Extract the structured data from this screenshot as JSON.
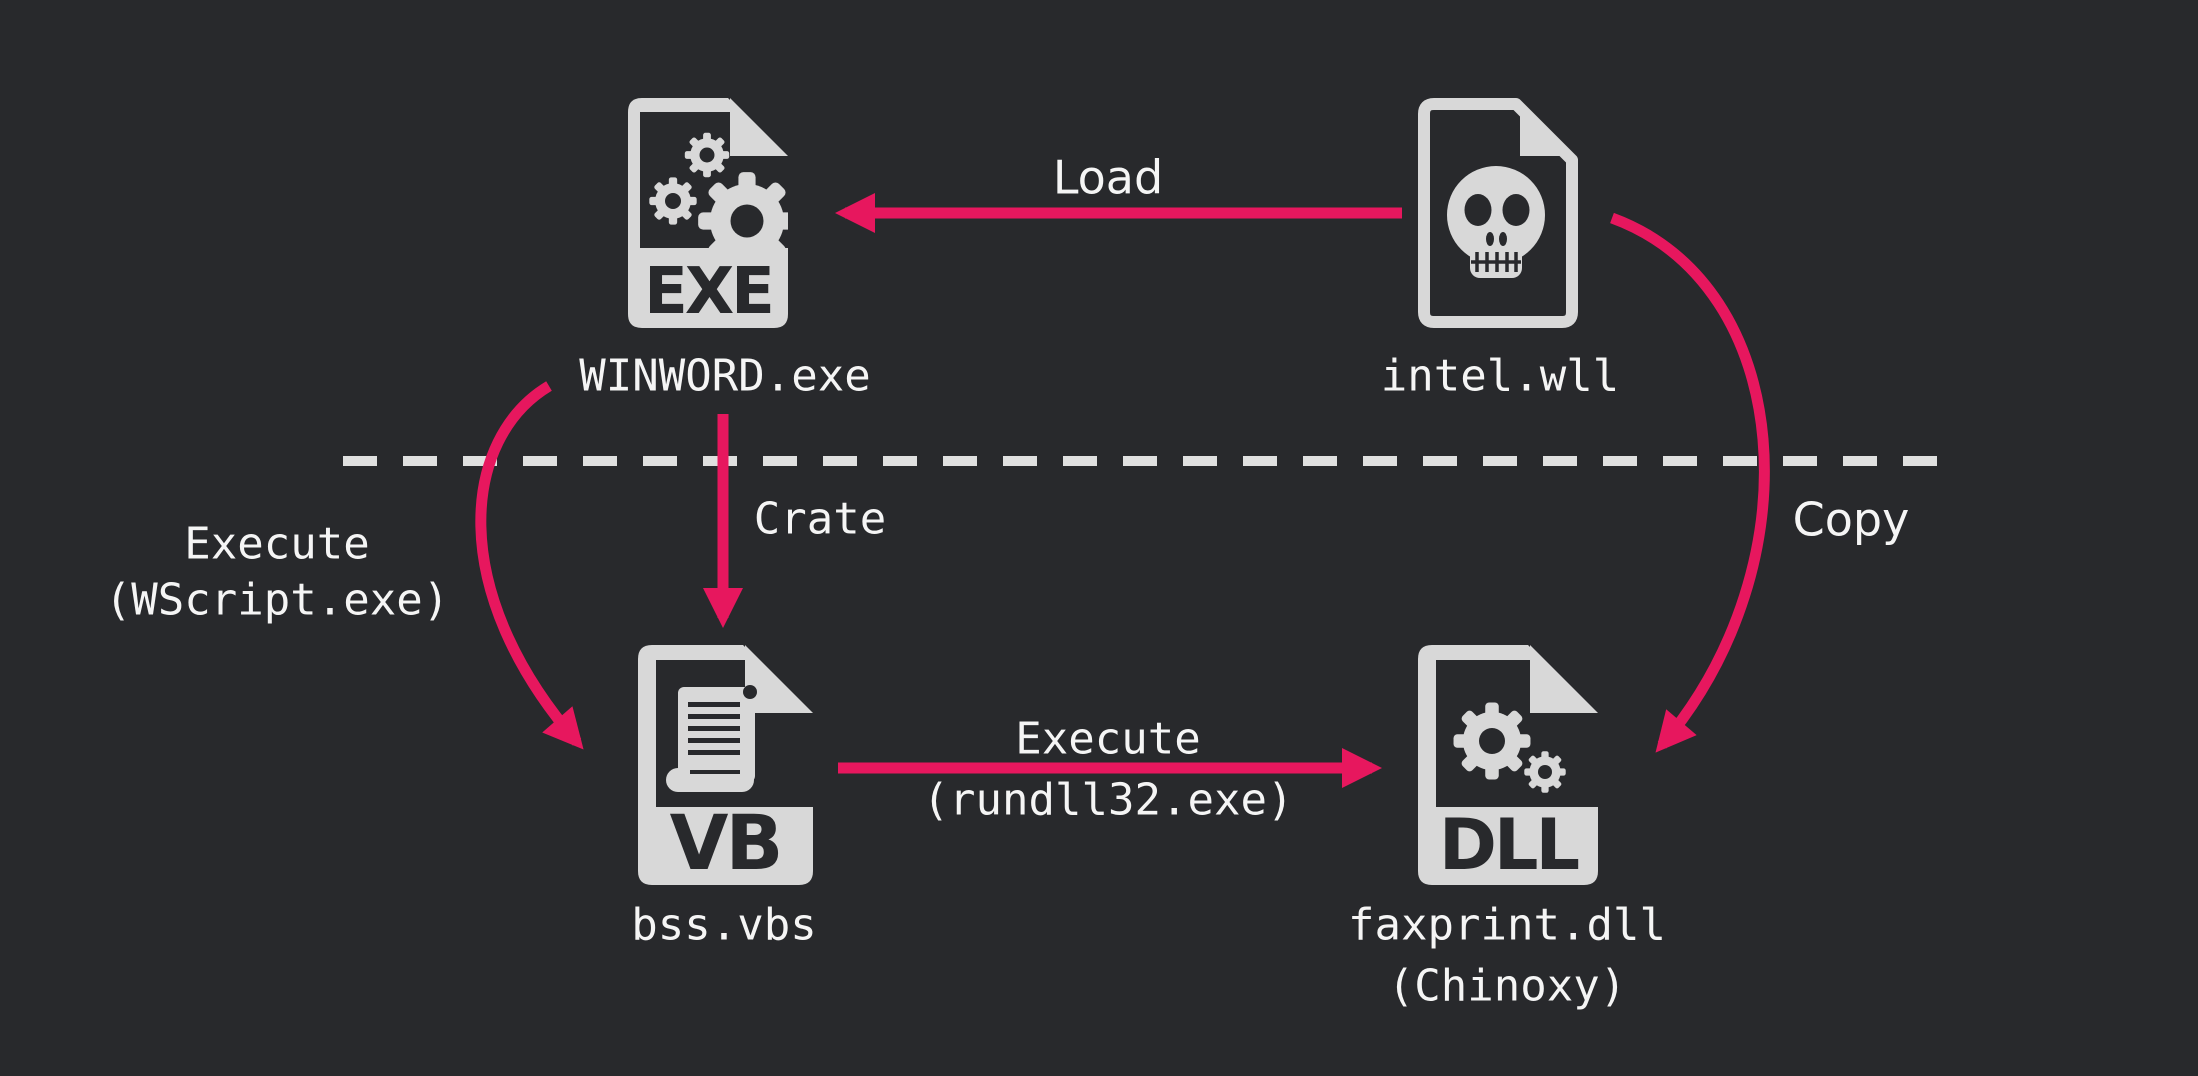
{
  "diagram": {
    "colors": {
      "background": "#28292C",
      "accent": "#E7175E",
      "icon_gray": "#D8D8D8",
      "text": "#F5F5F5",
      "divider": "#E0E0E0"
    },
    "nodes": {
      "winword": {
        "label": "WINWORD.exe",
        "badge": "EXE",
        "icon": "exe-file-icon"
      },
      "intel": {
        "label": "intel.wll",
        "icon": "skull-file-icon"
      },
      "bss": {
        "label": "bss.vbs",
        "badge": "VB",
        "icon": "vb-script-file-icon"
      },
      "faxprint": {
        "label": "faxprint.dll",
        "sublabel": "(Chinoxy)",
        "badge": "DLL",
        "icon": "dll-file-icon"
      }
    },
    "edges": {
      "load": {
        "label": "Load"
      },
      "crate": {
        "label": "Crate"
      },
      "execute_wscript": {
        "label": "Execute",
        "sublabel": "(WScript.exe)"
      },
      "execute_rundll": {
        "label": "Execute",
        "sublabel": "(rundll32.exe)"
      },
      "copy": {
        "label": "Copy"
      }
    }
  }
}
